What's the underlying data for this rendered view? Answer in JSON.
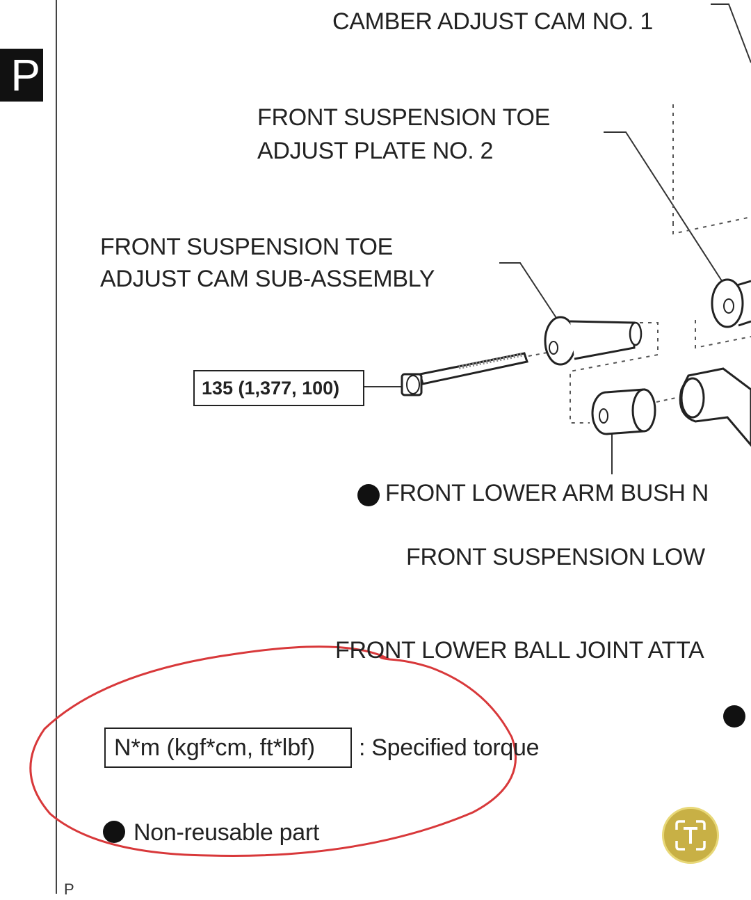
{
  "page_tab": {
    "text": "P"
  },
  "labels": {
    "camber_cam": "CAMBER ADJUST CAM NO. 1",
    "toe_plate_line1": "FRONT SUSPENSION TOE",
    "toe_plate_line2": "ADJUST PLATE NO. 2",
    "toe_cam_line1": "FRONT SUSPENSION TOE",
    "toe_cam_line2": "ADJUST CAM SUB-ASSEMBLY",
    "lower_arm_bush": "FRONT LOWER ARM BUSH N",
    "suspension_lower": "FRONT SUSPENSION LOW",
    "ball_joint": "FRONT LOWER BALL JOINT ATTA"
  },
  "torque_spec": {
    "value": "135 (1,377, 100)"
  },
  "legend": {
    "torque_unit": "N*m (kgf*cm, ft*lbf)",
    "torque_desc": ": Specified torque",
    "non_reusable": "Non-reusable part"
  },
  "footer": {
    "text": "P"
  },
  "colors": {
    "annotation_circle": "#d8383a",
    "text": "#222222",
    "badge": "#c8b045"
  },
  "icons": {
    "non_reusable_marker": "filled-circle-icon",
    "app_badge": "text-scan-icon"
  }
}
